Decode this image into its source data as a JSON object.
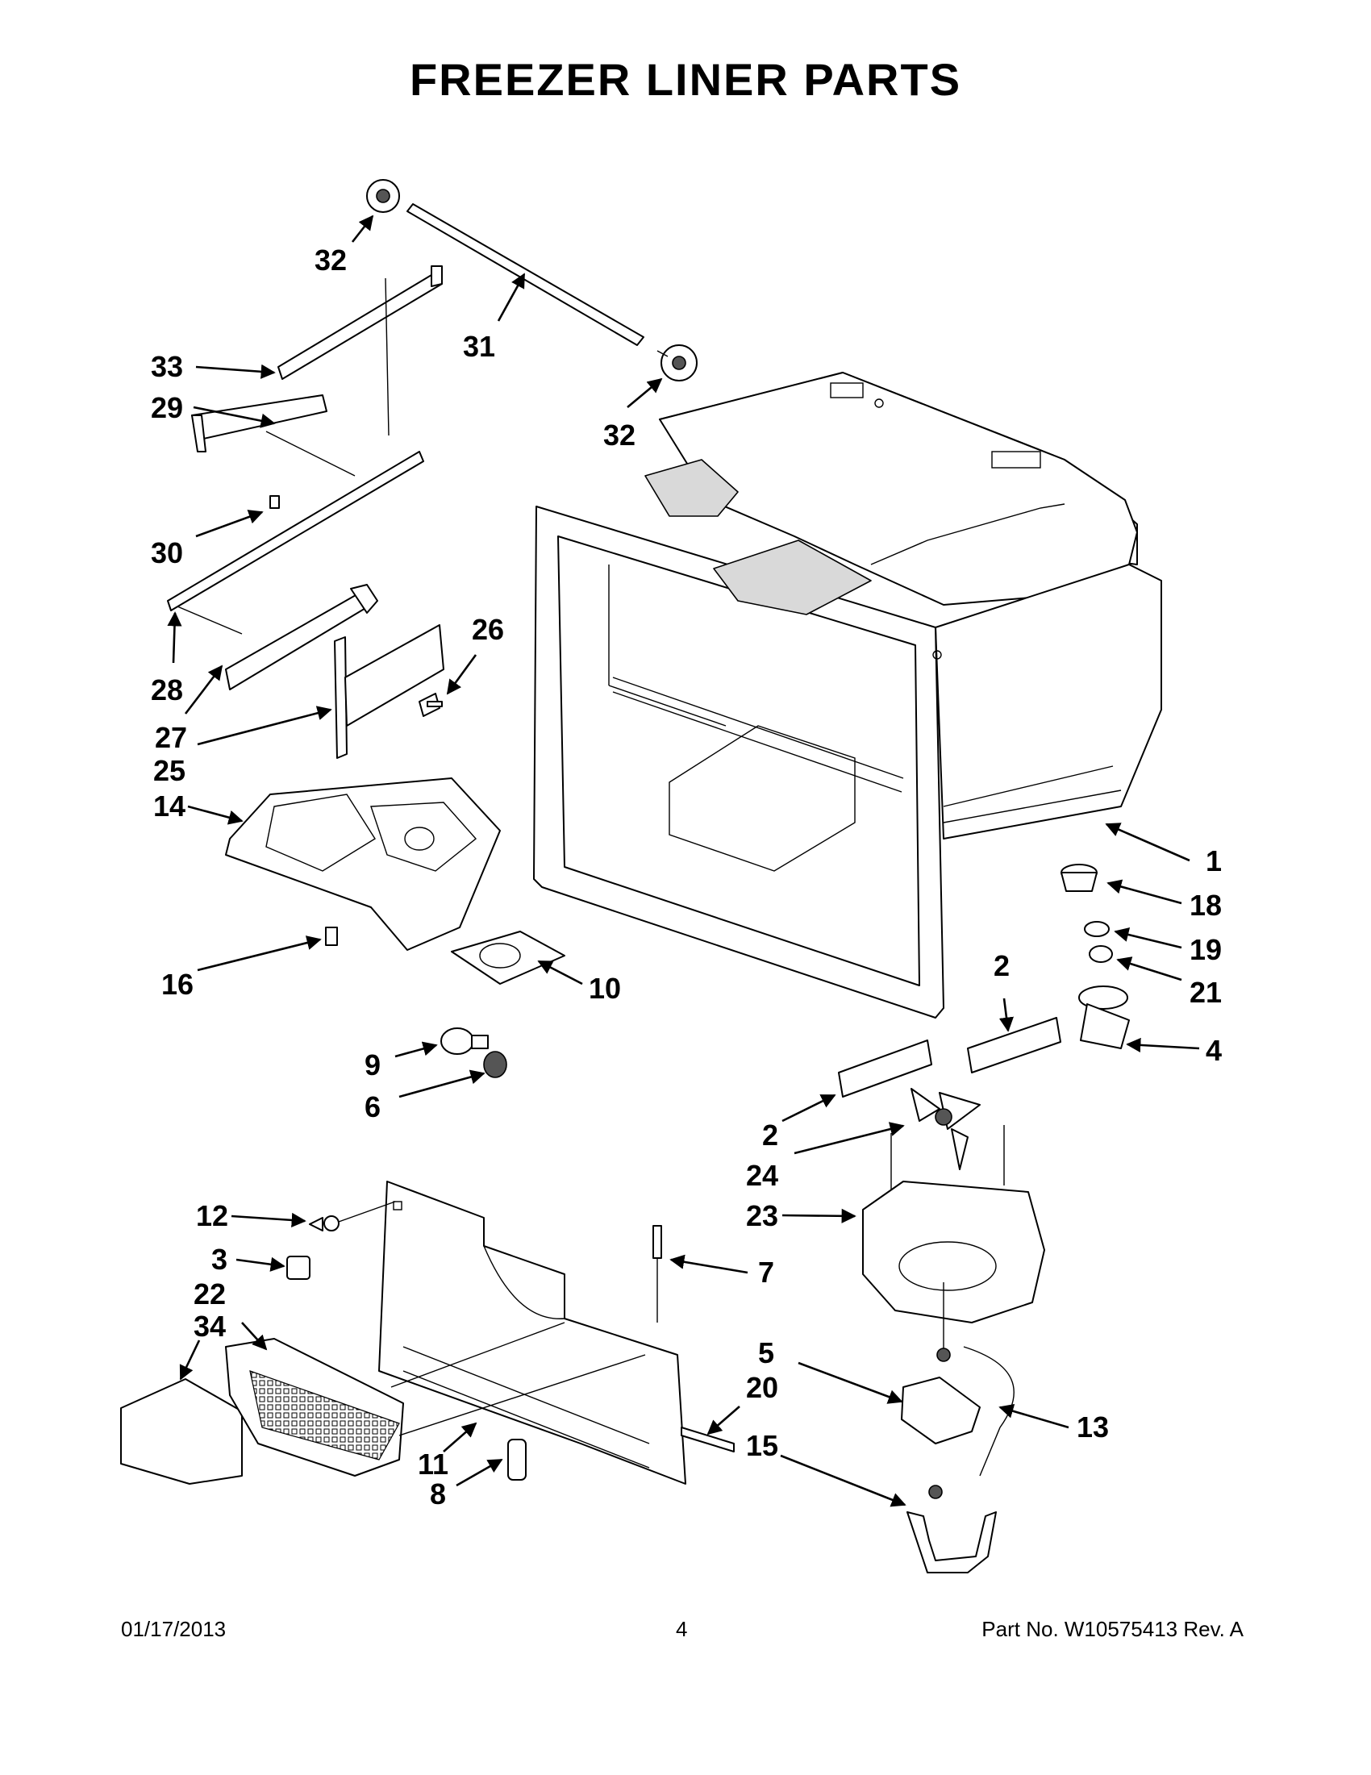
{
  "page": {
    "title": "FREEZER LINER PARTS",
    "footer": {
      "date": "01/17/2013",
      "page_number": "4",
      "part_number": "Part No.  W10575413  Rev.  A"
    }
  },
  "callouts": {
    "c32a": "32",
    "c31": "31",
    "c32b": "32",
    "c33": "33",
    "c29": "29",
    "c30": "30",
    "c28": "28",
    "c27": "27",
    "c26": "26",
    "c25": "25",
    "c14": "14",
    "c16": "16",
    "c10": "10",
    "c9": "9",
    "c6": "6",
    "c1": "1",
    "c18": "18",
    "c19": "19",
    "c21": "21",
    "c2a": "2",
    "c4": "4",
    "c2b": "2",
    "c24": "24",
    "c23": "23",
    "c12": "12",
    "c3": "3",
    "c7": "7",
    "c22": "22",
    "c34": "34",
    "c5": "5",
    "c20": "20",
    "c13": "13",
    "c15": "15",
    "c11": "11",
    "c8": "8"
  }
}
